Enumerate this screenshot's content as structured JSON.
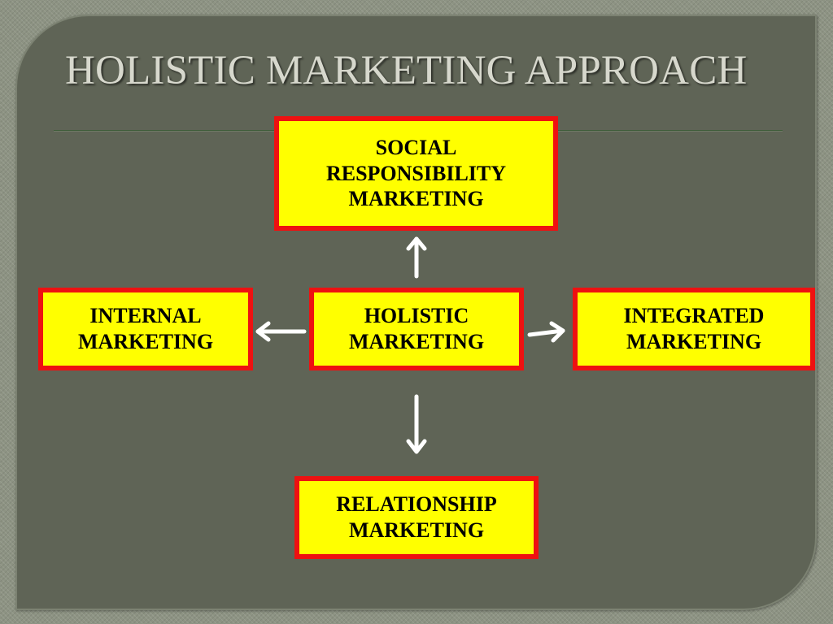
{
  "slide": {
    "title": "HOLISTIC MARKETING APPROACH"
  },
  "diagram": {
    "center": {
      "lines": [
        "HOLISTIC",
        "MARKETING"
      ]
    },
    "top": {
      "lines": [
        "SOCIAL",
        "RESPONSIBILITY",
        "MARKETING"
      ]
    },
    "left": {
      "lines": [
        "INTERNAL",
        "MARKETING"
      ]
    },
    "right": {
      "lines": [
        "INTEGRATED",
        "MARKETING"
      ]
    },
    "bottom": {
      "lines": [
        "RELATIONSHIP",
        "MARKETING"
      ]
    },
    "colors": {
      "box_fill": "#ffff00",
      "box_border": "#ee1111",
      "arrow": "#ffffff",
      "slide_background": "#5f6456",
      "title_text": "#d7d8cd"
    }
  }
}
